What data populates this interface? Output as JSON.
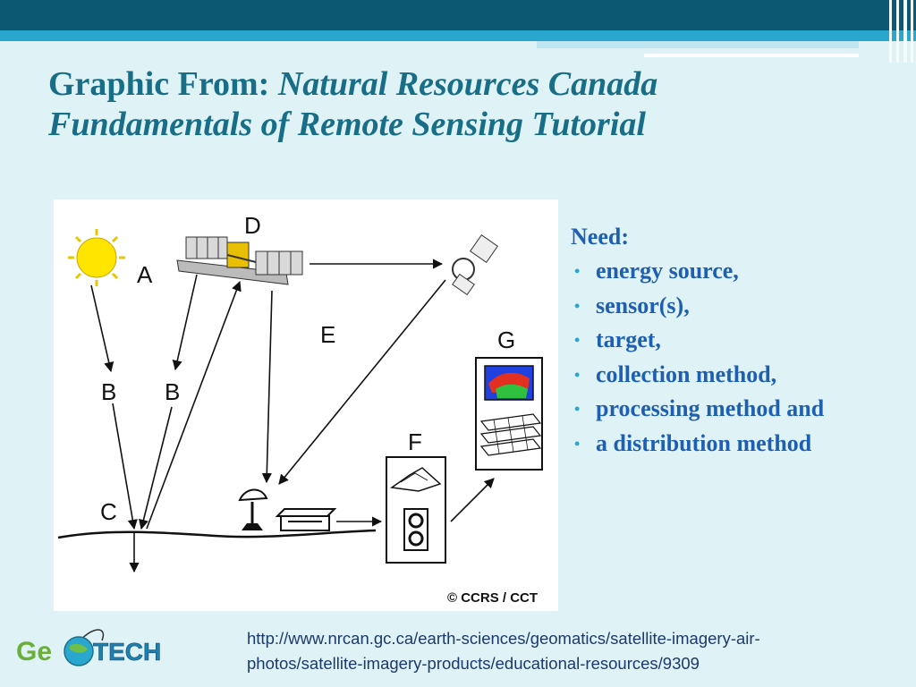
{
  "title": {
    "prefix": "Graphic From:",
    "line1_italic": "Natural Resources Canada",
    "line2_italic": "Fundamentals of Remote Sensing Tutorial"
  },
  "figure": {
    "labels": {
      "a": "A",
      "b1": "B",
      "b2": "B",
      "c": "C",
      "d": "D",
      "e": "E",
      "f": "F",
      "g": "G"
    },
    "copyright": "© CCRS / CCT"
  },
  "need": {
    "heading": "Need:",
    "items": [
      "energy source,",
      "sensor(s),",
      "target,",
      "collection method,",
      "processing method and",
      "a distribution method"
    ]
  },
  "source_url": {
    "line1": "http://www.nrcan.gc.ca/earth-sciences/geomatics/satellite-imagery-air-",
    "line2": "photos/satellite-imagery-products/educational-resources/9309"
  },
  "logo": {
    "geo": "Ge",
    "tech": "TECH"
  }
}
